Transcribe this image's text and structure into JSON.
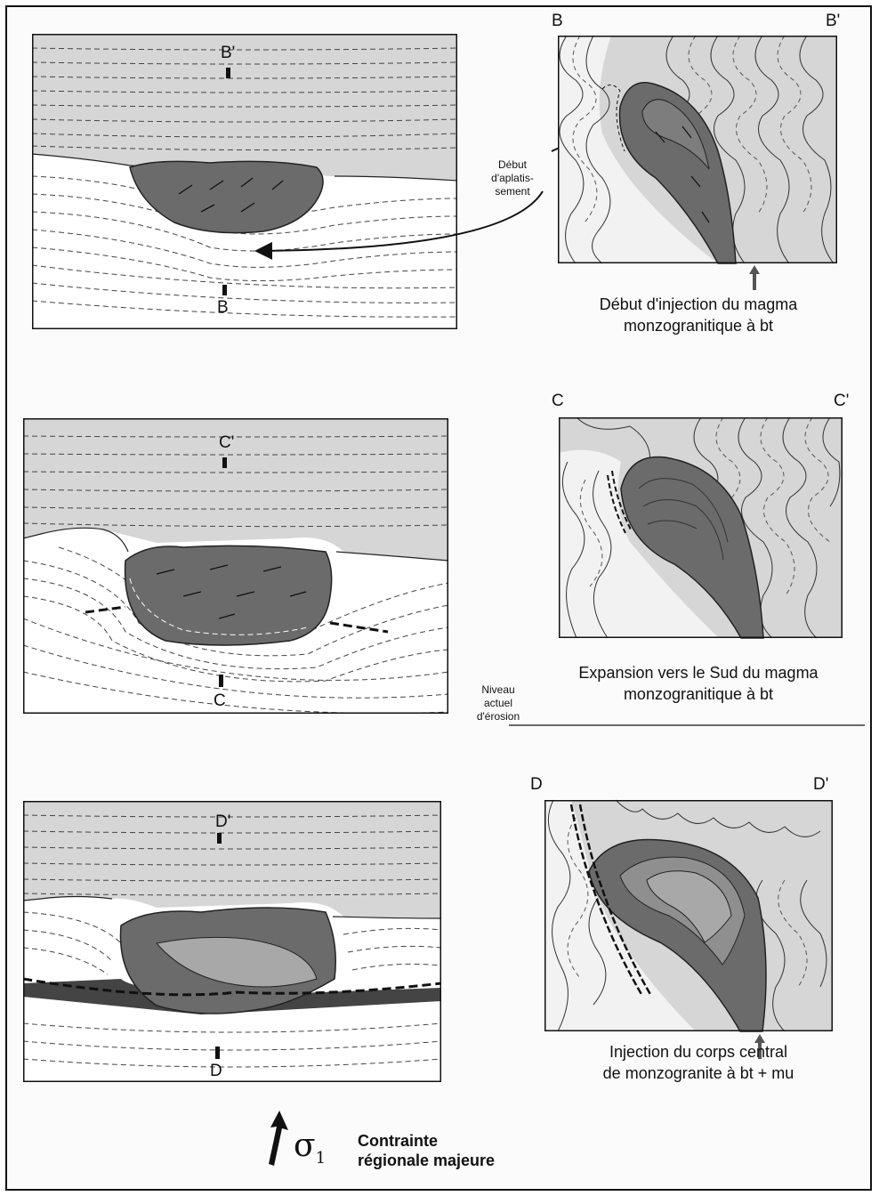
{
  "row1": {
    "map": {
      "top_label": "B'",
      "bottom_label": "B"
    },
    "section": {
      "left_label": "B",
      "right_label": "B'"
    },
    "annotation": {
      "line1": "Début",
      "line2": "d'aplatis-",
      "line3": "sement"
    },
    "caption": {
      "line1": "Début d'injection du magma",
      "line2": "monzogranitique à bt"
    }
  },
  "row2": {
    "map": {
      "top_label": "C'",
      "bottom_label": "C"
    },
    "section": {
      "left_label": "C",
      "right_label": "C'"
    },
    "caption": {
      "line1": "Expansion vers le Sud du magma",
      "line2": "monzogranitique à bt"
    }
  },
  "row3": {
    "map": {
      "top_label": "D'",
      "bottom_label": "D"
    },
    "section": {
      "left_label": "D",
      "right_label": "D'"
    },
    "erosion": {
      "line1": "Niveau",
      "line2": "actuel",
      "line3": "d'érosion"
    },
    "caption": {
      "line1": "Injection du corps central",
      "line2": "de monzogranite à bt + mu"
    }
  },
  "legend": {
    "symbol": "σ",
    "subscript": "1",
    "line1": "Contrainte",
    "line2": "régionale majeure"
  },
  "colors": {
    "upper_unit": "#d6d6d6",
    "magma": "#6b6b6b",
    "central_body": "#a8a8a8",
    "line": "#222222"
  }
}
